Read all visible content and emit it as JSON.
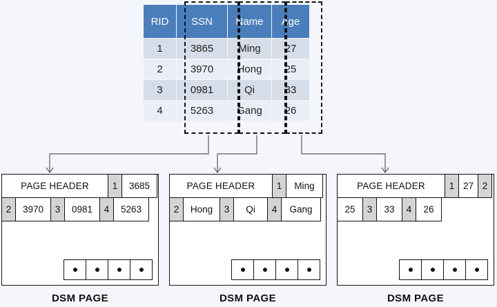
{
  "diagram": {
    "title": "DSM (Decomposition Storage Model) page layout",
    "background_color": "#f5f6fb"
  },
  "source_table": {
    "header_color": "#4a7ebb",
    "header_text_color": "#ffffff",
    "row_color_a": "#d6dce8",
    "row_color_b": "#eaeef6",
    "columns": [
      "RID",
      "SSN",
      "Name",
      "Age"
    ],
    "rows": [
      {
        "rid": "1",
        "ssn": "3865",
        "name": "Ming",
        "age": "27"
      },
      {
        "rid": "2",
        "ssn": "3970",
        "name": "Hong",
        "age": "25"
      },
      {
        "rid": "3",
        "ssn": "0981",
        "name": "Qi",
        "age": "33"
      },
      {
        "rid": "4",
        "ssn": "5263",
        "name": "Gang",
        "age": "26"
      }
    ]
  },
  "column_outlines": [
    {
      "name": "ssn-column-outline",
      "label": "SSN"
    },
    {
      "name": "name-column-outline",
      "label": "Name"
    },
    {
      "name": "age-column-outline",
      "label": "Age"
    }
  ],
  "pages": [
    {
      "caption": "DSM PAGE",
      "header_label": "PAGE HEADER",
      "row1": [
        {
          "type": "header",
          "text": "PAGE HEADER",
          "width": 155
        },
        {
          "type": "rid",
          "text": "1",
          "width": 21
        },
        {
          "type": "value",
          "text": "3685",
          "width": 52
        }
      ],
      "row2": [
        {
          "type": "rid",
          "text": "2",
          "width": 21
        },
        {
          "type": "value",
          "text": "3970",
          "width": 52
        },
        {
          "type": "rid",
          "text": "3",
          "width": 21
        },
        {
          "type": "value",
          "text": "0981",
          "width": 52
        },
        {
          "type": "rid",
          "text": "4",
          "width": 21
        },
        {
          "type": "value",
          "text": "5263",
          "width": 52
        }
      ],
      "dot_cells": 4
    },
    {
      "caption": "DSM PAGE",
      "header_label": "PAGE HEADER",
      "row1": [
        {
          "type": "header",
          "text": "PAGE HEADER",
          "width": 150
        },
        {
          "type": "rid",
          "text": "1",
          "width": 21
        },
        {
          "type": "value",
          "text": "Ming",
          "width": 54
        }
      ],
      "row2": [
        {
          "type": "rid",
          "text": "2",
          "width": 21
        },
        {
          "type": "value",
          "text": "Hong",
          "width": 54
        },
        {
          "type": "rid",
          "text": "3",
          "width": 21
        },
        {
          "type": "value",
          "text": "Qi",
          "width": 50
        },
        {
          "type": "rid",
          "text": "4",
          "width": 21
        },
        {
          "type": "value",
          "text": "Gang",
          "width": 58
        }
      ],
      "dot_cells": 4
    },
    {
      "caption": "DSM PAGE",
      "header_label": "PAGE HEADER",
      "row1": [
        {
          "type": "header",
          "text": "PAGE HEADER",
          "width": 157
        },
        {
          "type": "rid",
          "text": "1",
          "width": 21
        },
        {
          "type": "value",
          "text": "27",
          "width": 29
        },
        {
          "type": "rid",
          "text": "2",
          "width": 21
        }
      ],
      "row2": [
        {
          "type": "value",
          "text": "25",
          "width": 38
        },
        {
          "type": "rid",
          "text": "3",
          "width": 21
        },
        {
          "type": "value",
          "text": "33",
          "width": 38
        },
        {
          "type": "rid",
          "text": "4",
          "width": 21
        },
        {
          "type": "value",
          "text": "26",
          "width": 38
        }
      ],
      "dot_cells": 4
    }
  ],
  "connectors": {
    "stroke_color": "#5a5a5a",
    "description": "Each dashed table column drops to an arrow pointing at its DSM page"
  }
}
